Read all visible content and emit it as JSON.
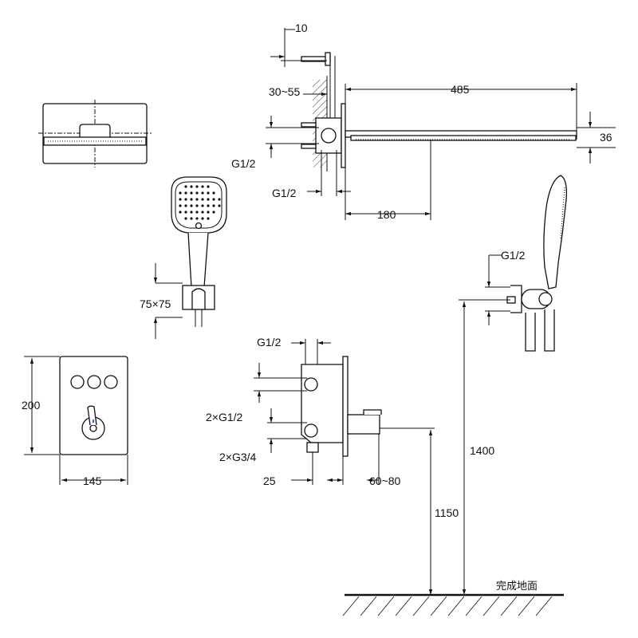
{
  "labels": {
    "screw_depth": "10",
    "wall_range": "30~55",
    "arm_length": "485",
    "head_thickness": "36",
    "arm_inlet_left": "G1/2",
    "arm_inlet_bottom": "G1/2",
    "outlet_offset": "180",
    "hand_inlet": "G1/2",
    "holder_size": "75×75",
    "panel_height": "200",
    "panel_width": "145",
    "valve_top": "G1/2",
    "valve_outlets": "2×G1/2",
    "valve_inlets": "2×G3/4",
    "valve_depth": "25",
    "valve_wall": "60~80",
    "handshower_height": "1400",
    "valve_height": "1150",
    "floor": "完成地面"
  }
}
